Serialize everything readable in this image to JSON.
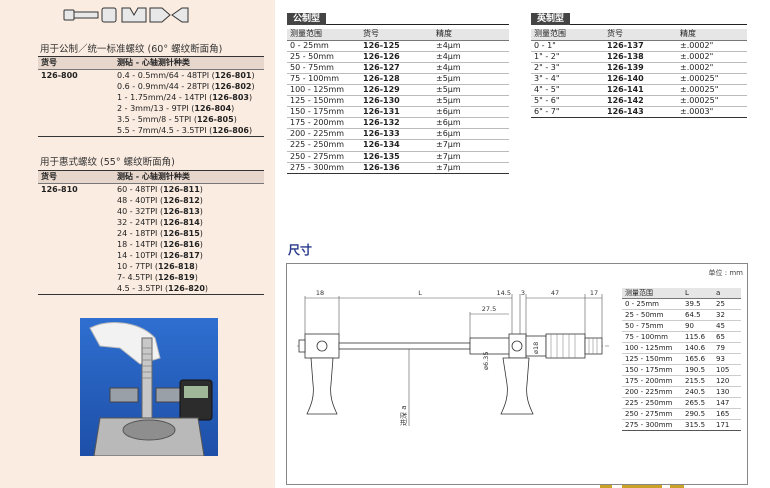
{
  "metric_thread": {
    "title": "用于公制／统一标准螺纹 (60° 螺纹断面角)",
    "headers": [
      "货号",
      "测砧 - 心轴测针种类"
    ],
    "code": "126-800",
    "items": [
      {
        "range": "0.4 - 0.5mm/64 - 48TPI",
        "code": "126-801"
      },
      {
        "range": "0.6 - 0.9mm/44 - 28TPI",
        "code": "126-802"
      },
      {
        "range": "1 - 1.75mm/24 - 14TPI",
        "code": "126-803"
      },
      {
        "range": "2 - 3mm/13 - 9TPI",
        "code": "126-804"
      },
      {
        "range": "3.5 - 5mm/8 - 5TPI",
        "code": "126-805"
      },
      {
        "range": "5.5 - 7mm/4.5 - 3.5TPI",
        "code": "126-806"
      }
    ]
  },
  "whitworth_thread": {
    "title": "用于惠式螺纹 (55° 螺纹断面角)",
    "headers": [
      "货号",
      "测砧 - 心轴测针种类"
    ],
    "code": "126-810",
    "items": [
      {
        "range": "60 - 48TPI",
        "code": "126-811"
      },
      {
        "range": "48 - 40TPI",
        "code": "126-812"
      },
      {
        "range": "40 - 32TPI",
        "code": "126-813"
      },
      {
        "range": "32 - 24TPI",
        "code": "126-814"
      },
      {
        "range": "24 - 18TPI",
        "code": "126-815"
      },
      {
        "range": "18 - 14TPI",
        "code": "126-816"
      },
      {
        "range": "14 - 10TPI",
        "code": "126-817"
      },
      {
        "range": "10 - 7TPI",
        "code": "126-818"
      },
      {
        "range": "7- 4.5TPI",
        "code": "126-819"
      },
      {
        "range": "4.5 - 3.5TPI",
        "code": "126-820"
      }
    ]
  },
  "metric_type": {
    "tag": "公制型",
    "headers": [
      "测量范围",
      "货号",
      "精度"
    ],
    "rows": [
      [
        "0 - 25mm",
        "126-125",
        "±4μm"
      ],
      [
        "25 - 50mm",
        "126-126",
        "±4μm"
      ],
      [
        "50 - 75mm",
        "126-127",
        "±4μm"
      ],
      [
        "75 - 100mm",
        "126-128",
        "±5μm"
      ],
      [
        "100 - 125mm",
        "126-129",
        "±5μm"
      ],
      [
        "125 - 150mm",
        "126-130",
        "±5μm"
      ],
      [
        "150 - 175mm",
        "126-131",
        "±6μm"
      ],
      [
        "175 - 200mm",
        "126-132",
        "±6μm"
      ],
      [
        "200 - 225mm",
        "126-133",
        "±6μm"
      ],
      [
        "225 - 250mm",
        "126-134",
        "±7μm"
      ],
      [
        "250 - 275mm",
        "126-135",
        "±7μm"
      ],
      [
        "275 - 300mm",
        "126-136",
        "±7μm"
      ]
    ]
  },
  "inch_type": {
    "tag": "英制型",
    "headers": [
      "测量范围",
      "货号",
      "精度"
    ],
    "rows": [
      [
        "0 - 1\"",
        "126-137",
        "±.0002\""
      ],
      [
        "1\" - 2\"",
        "126-138",
        "±.0002\""
      ],
      [
        "2\" - 3\"",
        "126-139",
        "±.0002\""
      ],
      [
        "3\" - 4\"",
        "126-140",
        "±.00025\""
      ],
      [
        "4\" - 5\"",
        "126-141",
        "±.00025\""
      ],
      [
        "5\" - 6\"",
        "126-142",
        "±.00025\""
      ],
      [
        "6\" - 7\"",
        "126-143",
        "±.0003\""
      ]
    ]
  },
  "dimensions": {
    "title": "尺寸",
    "unit": "单位 : mm",
    "headers": [
      "测量范围",
      "L",
      "a"
    ],
    "rows": [
      [
        "0 - 25mm",
        "39.5",
        "25"
      ],
      [
        "25 - 50mm",
        "64.5",
        "32"
      ],
      [
        "50 - 75mm",
        "90",
        "45"
      ],
      [
        "75 - 100mm",
        "115.6",
        "65"
      ],
      [
        "100 - 125mm",
        "140.6",
        "79"
      ],
      [
        "125 - 150mm",
        "165.6",
        "93"
      ],
      [
        "150 - 175mm",
        "190.5",
        "105"
      ],
      [
        "175 - 200mm",
        "215.5",
        "120"
      ],
      [
        "200 - 225mm",
        "240.5",
        "130"
      ],
      [
        "225 - 250mm",
        "265.5",
        "147"
      ],
      [
        "250 - 275mm",
        "290.5",
        "165"
      ],
      [
        "275 - 300mm",
        "315.5",
        "171"
      ]
    ],
    "drawing_labels": {
      "d18": "18",
      "L": "L",
      "d27_5": "27.5",
      "d14_5": "14.5",
      "d3": "3",
      "d47": "47",
      "d17": "17",
      "phi635": "ø6.35",
      "phi18": "ø18",
      "depth_label": "进深 a"
    }
  },
  "colors": {
    "panel_bg": "#fbece1",
    "header_bg": "#e6d6cb",
    "title_blue": "#2a3a8c",
    "tag_bg": "#444444"
  }
}
